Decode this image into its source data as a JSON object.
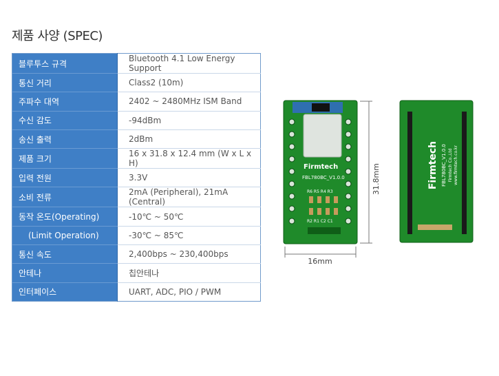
{
  "page": {
    "title": "제품 사양 (SPEC)"
  },
  "specs": [
    {
      "label": "블루투스 규격",
      "value": "Bluetooth 4.1 Low Energy Support"
    },
    {
      "label": "통신 거리",
      "value": "Class2 (10m)"
    },
    {
      "label": "주파수 대역",
      "value": "2402 ~ 2480MHz ISM Band"
    },
    {
      "label": "수신 감도",
      "value": "-94dBm"
    },
    {
      "label": "송신 출력",
      "value": "2dBm"
    },
    {
      "label": "제품 크기",
      "value": "16 x 31.8 x 12.4 mm (W x L x H)"
    },
    {
      "label": "입력 전원",
      "value": "3.3V"
    },
    {
      "label": "소비 전류",
      "value": "2mA (Peripheral), 21mA (Central)"
    },
    {
      "label": "동작 온도(Operating)",
      "value": "-10℃ ~ 50℃"
    },
    {
      "label": "(Limit Operation)",
      "value": "-30℃ ~ 85℃"
    },
    {
      "label": "통신 속도",
      "value": "2,400bps ~ 230,400bps"
    },
    {
      "label": "안테나",
      "value": "칩안테나"
    },
    {
      "label": "인터페이스",
      "value": "UART, ADC, PIO / PWM"
    }
  ],
  "figure": {
    "width_label": "16mm",
    "height_label": "31.8mm",
    "board_brand": "Firmtech",
    "board_model": "FBL780BC_V1.0.0",
    "board_resistors": "R6 R5 R4 R3",
    "board_parts": "R2 R1 C2 C1",
    "back_brand": "Firmtech",
    "back_model": "FBL780BC_V1.0.0",
    "back_company": "Firmtech Co.,Ltd",
    "back_url": "www.firmtech.co.kr"
  }
}
